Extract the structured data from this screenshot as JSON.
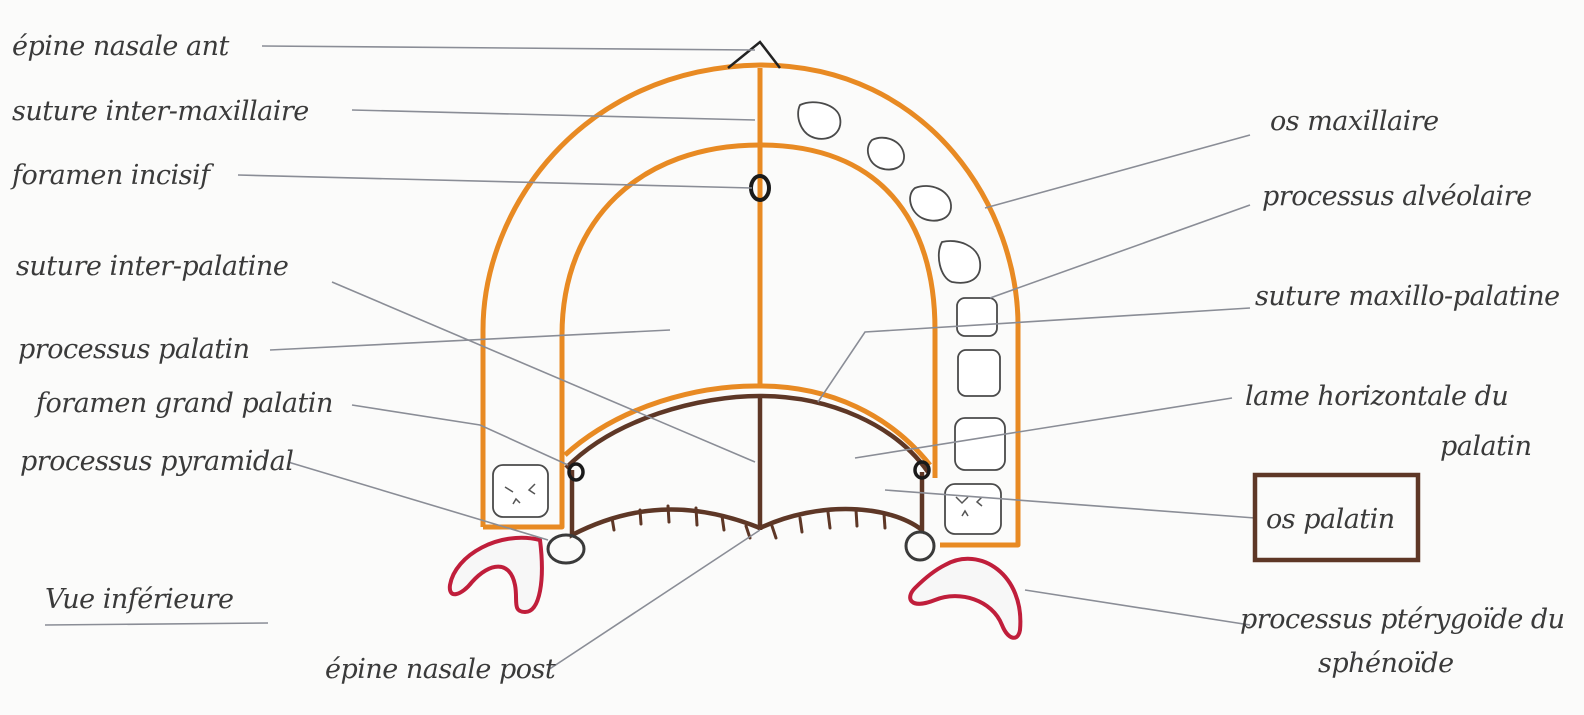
{
  "diagram": {
    "view_label": "Vue inférieure",
    "labels": {
      "epine_nasale_ant": "épine nasale ant",
      "suture_inter_maxillaire": "suture inter-maxillaire",
      "foramen_incisif": "foramen incisif",
      "suture_inter_palatine": "suture inter-palatine",
      "processus_palatin": "processus palatin",
      "foramen_grand_palatin": "foramen grand palatin",
      "processus_pyramidal": "processus pyramidal",
      "os_maxillaire": "os maxillaire",
      "processus_alveolaire": "processus alvéolaire",
      "suture_maxillo_palatine": "suture maxillo-palatine",
      "lame_horizontale_1": "lame horizontale du",
      "lame_horizontale_2": "palatin",
      "os_palatin": "os palatin",
      "processus_pterygoide_1": "processus ptérygoïde du",
      "processus_pterygoide_2": "sphénoïde",
      "epine_nasale_post": "épine nasale post"
    },
    "colors": {
      "maxilla": "#e88a23",
      "palatine": "#5e3726",
      "pterygoid": "#c01e3b",
      "leader_lines": "#8a8d96"
    }
  }
}
